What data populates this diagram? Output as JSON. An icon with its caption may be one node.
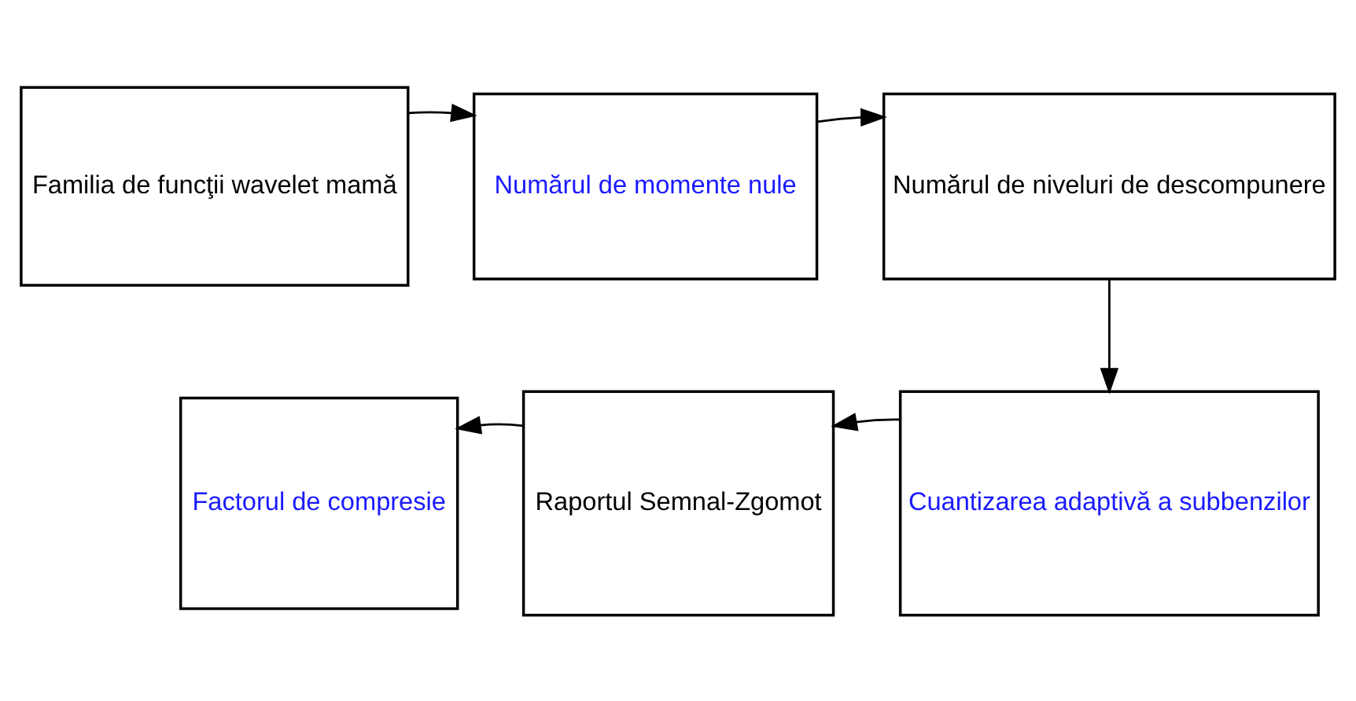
{
  "diagram": {
    "nodes": [
      {
        "text": [
          "Familia de funcţii wavelet mamă"
        ]
      },
      {
        "text": [
          "Numărul de momente nule"
        ]
      },
      {
        "text": [
          "Numărul de niveluri de descompunere"
        ]
      },
      {
        "text": [
          "Factorul de compresie"
        ]
      },
      {
        "text": [
          "Raportul Semnal-Zgomot"
        ]
      },
      {
        "text": [
          "Cuantizarea adaptivă a subbenzilor"
        ]
      }
    ],
    "edges": [
      {
        "from": 0,
        "to": 1,
        "arrow": "to"
      },
      {
        "from": 1,
        "to": 2,
        "arrow": "to"
      },
      {
        "from": 2,
        "to": 5,
        "arrow": "to"
      },
      {
        "from": 5,
        "to": 4,
        "arrow": "to"
      },
      {
        "from": 4,
        "to": 3,
        "arrow": "to"
      }
    ]
  }
}
